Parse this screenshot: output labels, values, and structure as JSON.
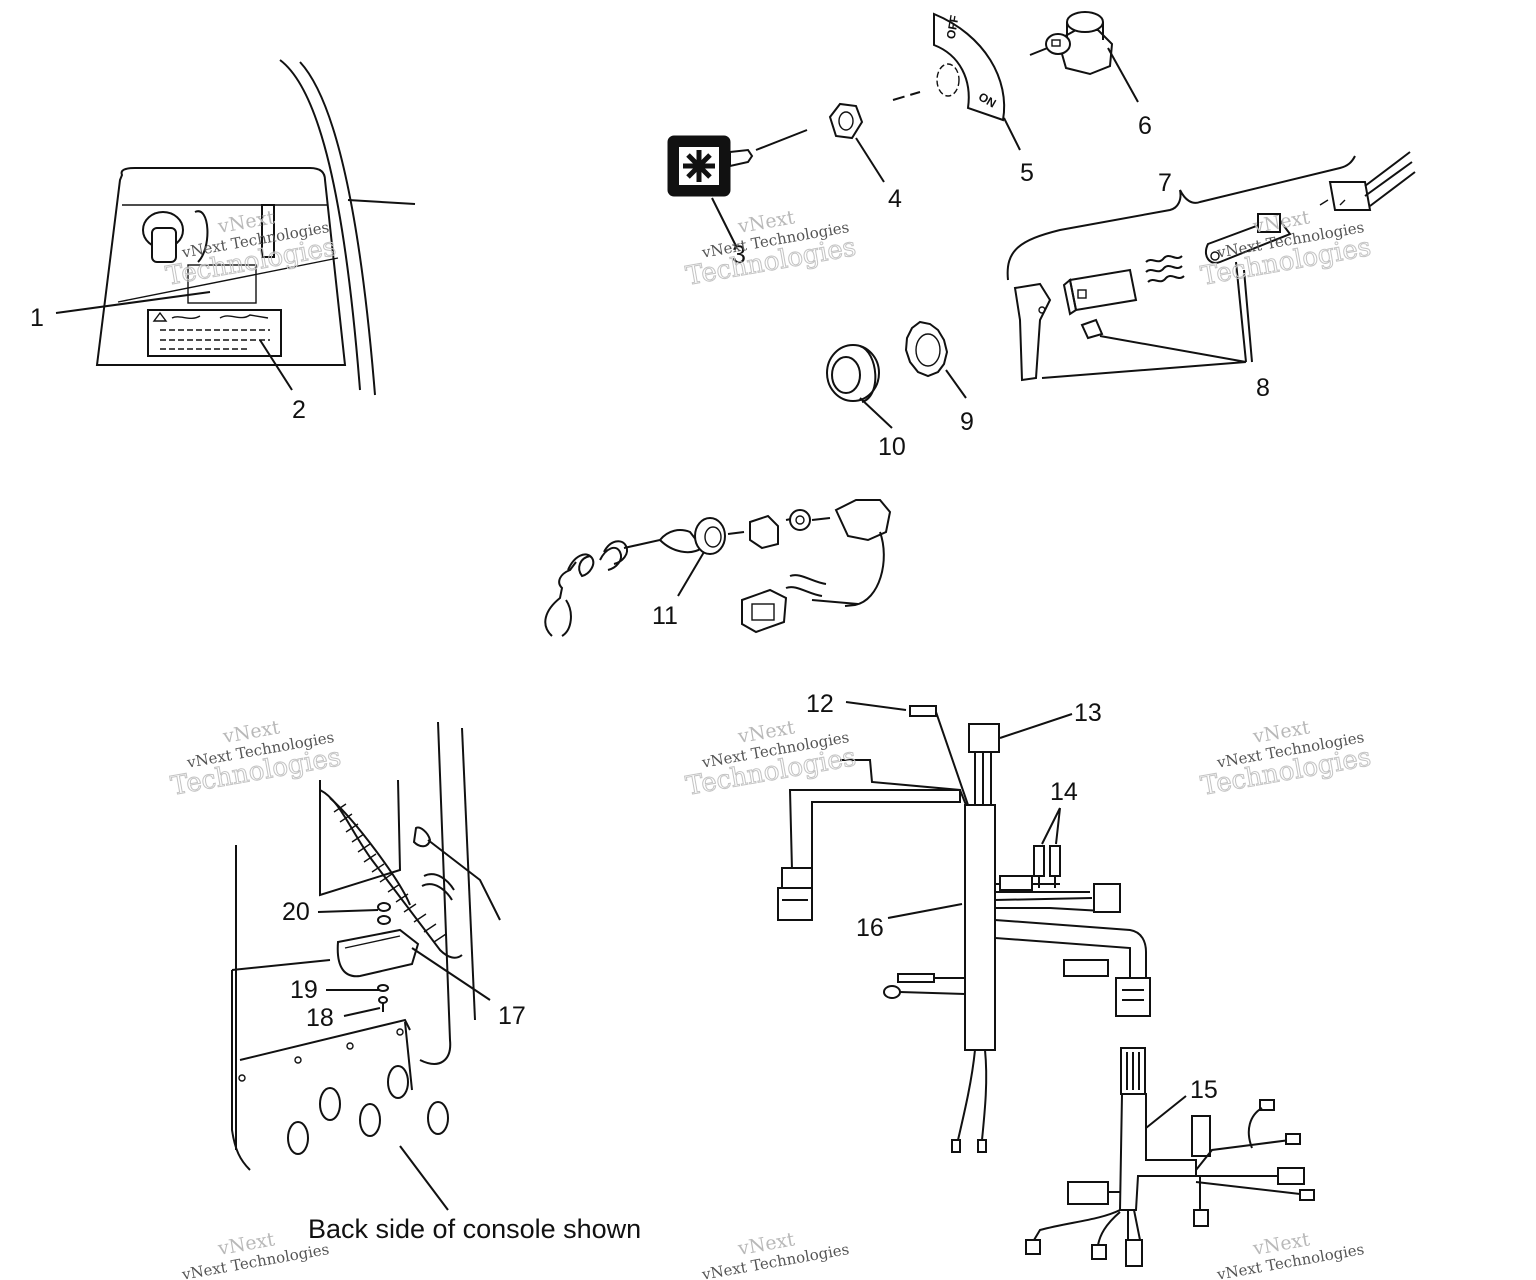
{
  "callouts": {
    "c1": "1",
    "c2": "2",
    "c3": "3",
    "c4": "4",
    "c5": "5",
    "c6": "6",
    "c7": "7",
    "c8": "8",
    "c9": "9",
    "c10": "10",
    "c11": "11",
    "c12": "12",
    "c13": "13",
    "c14": "14",
    "c15": "15",
    "c16": "16",
    "c17": "17",
    "c18": "18",
    "c19": "19",
    "c20": "20"
  },
  "switch_plate": {
    "off": "OFF",
    "on": "ON"
  },
  "caption": "Back side of console shown",
  "watermark": {
    "line1": "vNext",
    "line2": "vNext Technologies",
    "line3": "Technologies"
  }
}
